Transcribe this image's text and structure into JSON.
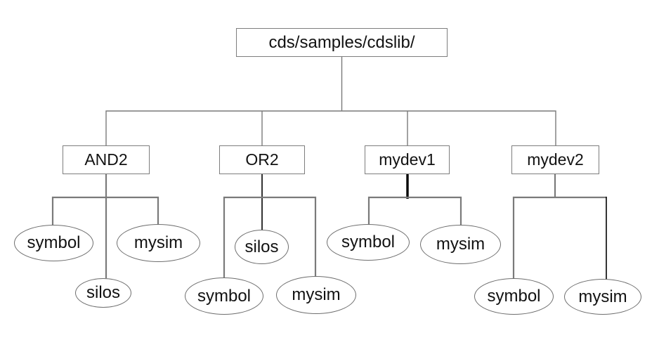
{
  "colors": {
    "background": "#ffffff",
    "text": "#121212",
    "box_border": "#7d7d7d",
    "ellipse_border": "#6e6e6e",
    "connector_gray": "#7a7a7a",
    "connector_black": "#000000"
  },
  "diagram": {
    "type": "directory-tree",
    "root": {
      "label": "cds/samples/cdslib/"
    },
    "branches": [
      {
        "label": "AND2",
        "children": [
          {
            "label": "symbol"
          },
          {
            "label": "silos"
          },
          {
            "label": "mysim"
          }
        ]
      },
      {
        "label": "OR2",
        "children": [
          {
            "label": "symbol"
          },
          {
            "label": "silos"
          },
          {
            "label": "mysim"
          }
        ]
      },
      {
        "label": "mydev1",
        "children": [
          {
            "label": "symbol"
          },
          {
            "label": "mysim"
          }
        ]
      },
      {
        "label": "mydev2",
        "children": [
          {
            "label": "symbol"
          },
          {
            "label": "mysim"
          }
        ]
      }
    ]
  }
}
